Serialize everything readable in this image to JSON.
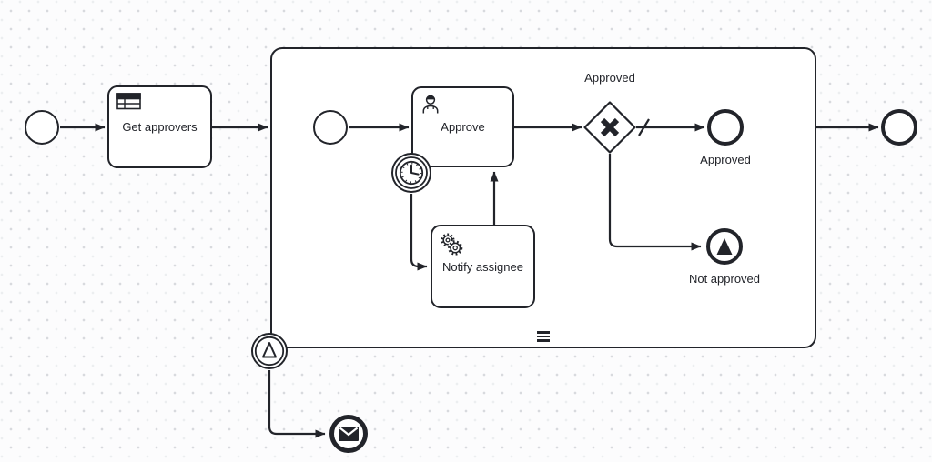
{
  "meta": {
    "diagram_kind": "BPMN process diagram",
    "stroke_color": "#22242a",
    "shape_fill": "#ffffff",
    "canvas_background": "#fcfcfd",
    "grid_dot_color": "#d8dade"
  },
  "labels": {
    "get_approvers": "Get approvers",
    "approve": "Approve",
    "notify_assignee": "Notify assignee",
    "gateway_condition": "Approved",
    "approved_end": "Approved",
    "not_approved_end": "Not approved"
  },
  "icons": [
    "business-rule-task-icon",
    "user-task-icon",
    "service-task-icon",
    "timer-clock-icon",
    "escalation-triangle-icon",
    "message-envelope-icon",
    "sequential-multi-instance-marker",
    "exclusive-gateway-x-icon",
    "default-flow-slash-marker"
  ]
}
